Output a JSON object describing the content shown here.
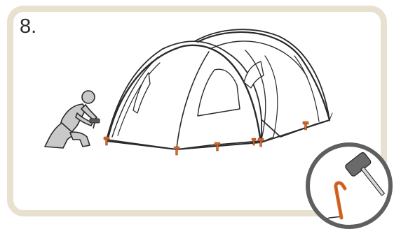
{
  "step": {
    "number_label": "8."
  },
  "illustration": {
    "subject": "tent-staking",
    "stake_color": "#d9692a",
    "frame_color": "#e9e1d0",
    "figure_color": "#c9c9c9",
    "outline_color": "#2a2a2a",
    "magnifier_ring_color": "#5f5f5f",
    "stake_count": 6
  }
}
